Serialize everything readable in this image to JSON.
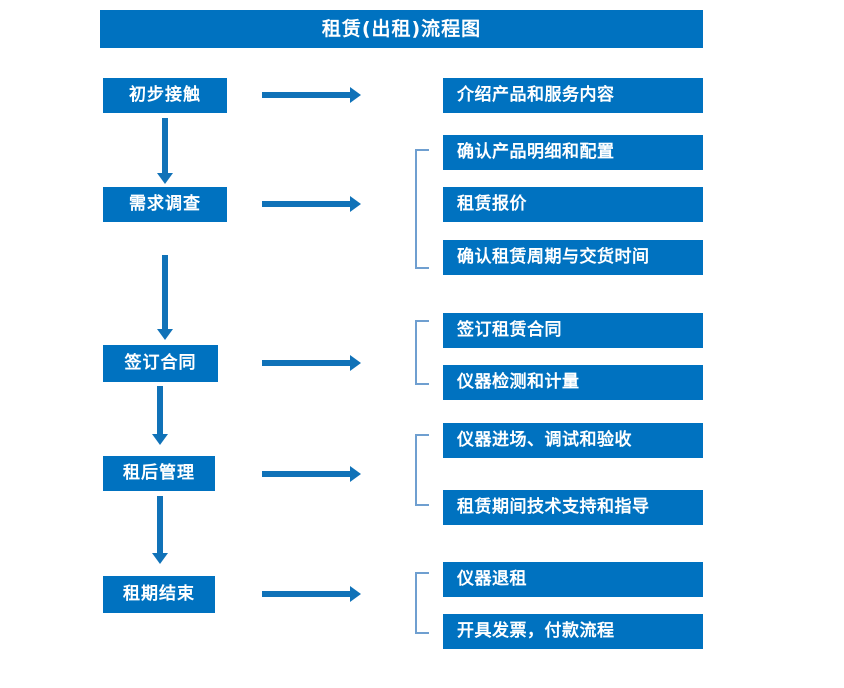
{
  "diagram": {
    "title": "租赁(出租)流程图",
    "colors": {
      "box_fill": "#0072c0",
      "box_text": "#ffffff",
      "arrow": "#1072b8",
      "bracket": "#6f9fd0",
      "background": "#ffffff"
    },
    "stages": [
      {
        "id": "stage-1",
        "label": "初步接触",
        "details": [
          "介绍产品和服务内容"
        ],
        "bracketed": false
      },
      {
        "id": "stage-2",
        "label": "需求调查",
        "details": [
          "确认产品明细和配置",
          "租赁报价",
          "确认租赁周期与交货时间"
        ],
        "bracketed": true
      },
      {
        "id": "stage-3",
        "label": "签订合同",
        "details": [
          "签订租赁合同",
          "仪器检测和计量"
        ],
        "bracketed": true
      },
      {
        "id": "stage-4",
        "label": "租后管理",
        "details": [
          "仪器进场、调试和验收",
          "租赁期间技术支持和指导"
        ],
        "bracketed": true
      },
      {
        "id": "stage-5",
        "label": "租期结束",
        "details": [
          "仪器退租",
          "开具发票，付款流程"
        ],
        "bracketed": true
      }
    ]
  }
}
